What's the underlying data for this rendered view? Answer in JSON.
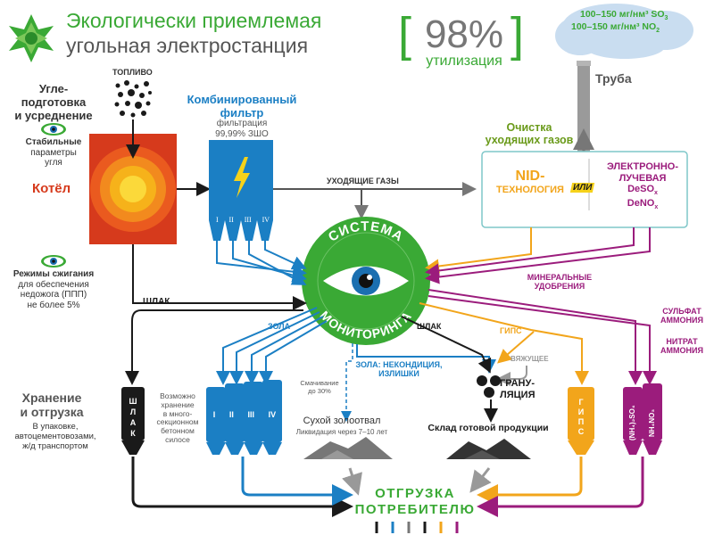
{
  "header": {
    "title_line1": "Экологически приемлемая",
    "title_line2": "угольная электростанция",
    "percent": "98%",
    "percent_label": "утилизация"
  },
  "emissions": {
    "so3_line": "100–150 мг/нм³ SO",
    "so3_sub": "3",
    "no2_line": "100–150 мг/нм³ NO",
    "no2_sub": "2",
    "pipe_label": "Труба"
  },
  "fuel": {
    "label": "ТОПЛИВО",
    "prep_label_1": "Угле-",
    "prep_label_2": "подготовка",
    "prep_label_3": "и усреднение",
    "stable_bold": "Стабильные",
    "stable_rest_1": "параметры",
    "stable_rest_2": "угля",
    "boiler_label": "Котёл",
    "modes_bold": "Режимы сжигания",
    "modes_1": "для обеспечения",
    "modes_2": "недожога (ППП)",
    "modes_3": "не более 5%",
    "slag_left": "ШЛАК"
  },
  "filter": {
    "title_1": "Комбинированный",
    "title_2": "фильтр",
    "sub_1": "фильтрация",
    "sub_2": "99,99% ЗШО",
    "sections": [
      "I",
      "II",
      "III",
      "IV"
    ]
  },
  "gas": {
    "flue_label": "УХОДЯЩИЕ ГАЗЫ",
    "cleaning_1": "Очистка",
    "cleaning_2": "уходящих газов",
    "nid_1": "NID-",
    "nid_2": "ТЕХНОЛОГИЯ",
    "or_label": "ИЛИ",
    "ebeam_1": "ЭЛЕКТРОННО-",
    "ebeam_2": "ЛУЧЕВАЯ",
    "deso": "DeSO",
    "deno": "DeNO",
    "x_sub": "x"
  },
  "monitoring": {
    "label_top": "СИСТЕМА",
    "label_bottom": "МОНИТОРИНГА"
  },
  "outputs": {
    "zola": "ЗОЛА",
    "slag_right": "ШЛАК",
    "gips": "ГИПС",
    "mineral_1": "МИНЕРАЛЬНЫЕ",
    "mineral_2": "УДОБРЕНИЯ",
    "sulfate_1": "СУЛЬФАТ",
    "sulfate_2": "АММОНИЯ",
    "nitrate_1": "НИТРАТ",
    "nitrate_2": "АММОНИЯ",
    "zola_noncond_1": "ЗОЛА: НЕКОНДИЦИЯ,",
    "zola_noncond_2": "ИЗЛИШКИ",
    "wetting_1": "Смачивание",
    "wetting_2": "до 30%",
    "binder": "ВЯЖУЩЕЕ",
    "granul_1": "ГРАНУ-",
    "granul_2": "ЛЯЦИЯ",
    "dry_dump": "Сухой золоотвал",
    "dump_liq": "Ликвидация через 7–10 лет",
    "warehouse": "Склад готовой продукции",
    "storage_title_1": "Хранение",
    "storage_title_2": "и отгрузка",
    "storage_sub_1": "В упаковке,",
    "storage_sub_2": "автоцементовозами,",
    "storage_sub_3": "ж/д транспортом",
    "silo_note_1": "Возможно",
    "silo_note_2": "хранение",
    "silo_note_3": "в много-",
    "silo_note_4": "секционном",
    "silo_note_5": "бетонном",
    "silo_note_6": "силосе",
    "slag_silo": [
      "Ш",
      "Л",
      "А",
      "К"
    ],
    "gips_silo": [
      "Г",
      "И",
      "П",
      "С"
    ],
    "silo_sections": [
      "I",
      "II",
      "III",
      "IV"
    ],
    "nh4_so4": "(NH₄)₂SO₄",
    "nh4_no3": "NH₄NO₃"
  },
  "shipping": {
    "line_1": "ОТГРУЗКА",
    "line_2": "ПОТРЕБИТЕЛЮ"
  },
  "colors": {
    "green": "#3aa935",
    "blue": "#1b7fc4",
    "orange": "#f2a51b",
    "purple": "#9b1c7c",
    "black": "#1a1a1a",
    "gray": "#777777"
  }
}
